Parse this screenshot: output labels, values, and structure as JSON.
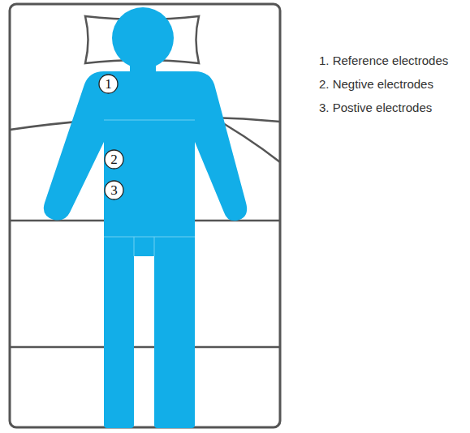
{
  "diagram": {
    "nodes": [
      {
        "text": [
          "1"
        ]
      },
      {
        "text": [
          "2"
        ]
      },
      {
        "text": [
          "3"
        ]
      }
    ],
    "labels": [
      "1. Reference electrodes",
      "2. Negtive electrodes",
      "3. Postive electrodes"
    ]
  }
}
